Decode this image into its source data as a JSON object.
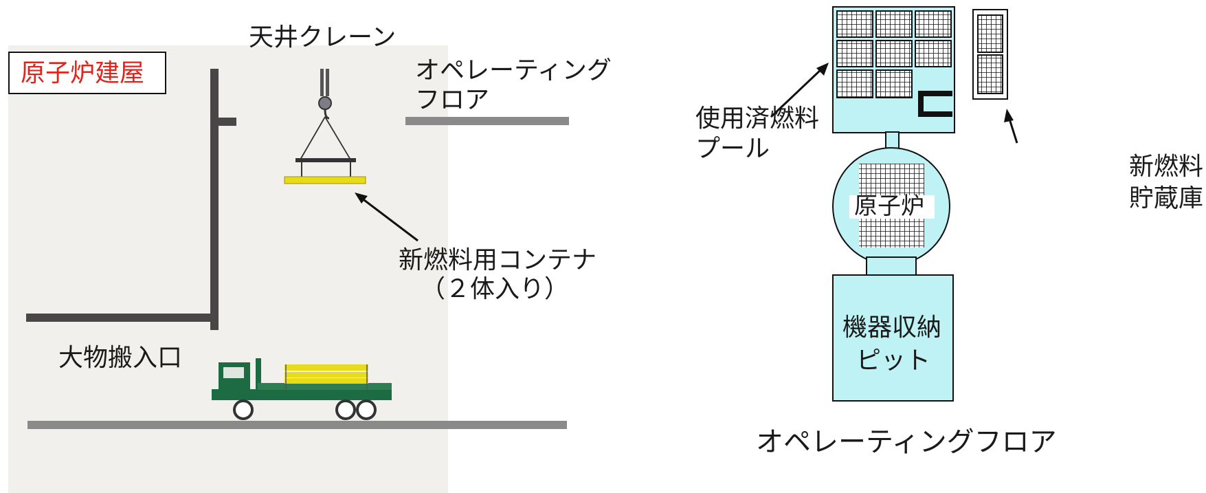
{
  "left_panel": {
    "building_label": "原子炉建屋",
    "crane_label": "天井クレーン",
    "operating_floor_label_line1": "オペレーティング",
    "operating_floor_label_line2": "フロア",
    "container_label_line1": "新燃料用コンテナ",
    "container_label_line2": "（２体入り）",
    "loading_entrance_label": "大物搬入口"
  },
  "right_panel": {
    "spent_fuel_pool_line1": "使用済燃料",
    "spent_fuel_pool_line2": "プール",
    "new_fuel_storage_line1": "新燃料",
    "new_fuel_storage_line2": "貯蔵庫",
    "reactor_label": "原子炉",
    "equipment_pit_line1": "機器収納",
    "equipment_pit_line2": "ピット",
    "operating_floor_label": "オペレーティングフロア"
  },
  "colors": {
    "building_bg": "#f1f0ec",
    "wall": "#4a4546",
    "floor_gray": "#8a8a8a",
    "container_yellow": "#e8dc1a",
    "truck_green": "#1d6b43",
    "pool_cyan": "#bff2f4",
    "building_label_red": "#e0241c",
    "outline": "#111111"
  }
}
